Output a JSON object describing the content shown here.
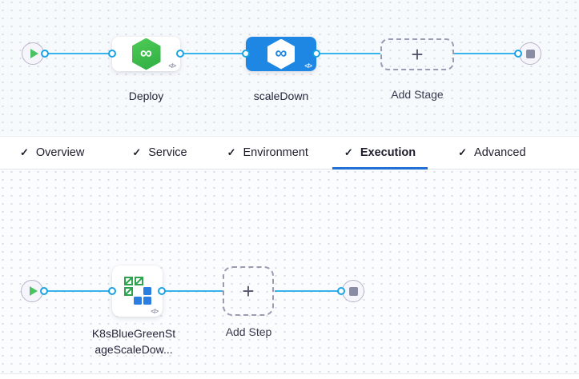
{
  "colors": {
    "connector_blue": "#38b2ea",
    "selected_node_blue": "#1e87e4",
    "active_tab_underline": "#2170d4",
    "deploy_icon_green": "#3cbf4b",
    "k8s_icon_green": "#2ea44f",
    "k8s_icon_blue": "#2a7de1"
  },
  "icons": {
    "checkmark": "✓",
    "infinity": "∞",
    "code": "</>",
    "plus": "+"
  },
  "stage_pipeline": {
    "deploy_stage": {
      "label": "Deploy"
    },
    "scale_down_stage": {
      "label": "scaleDown"
    },
    "add_stage": {
      "label": "Add Stage"
    }
  },
  "tabs": [
    {
      "label": "Overview",
      "active": false
    },
    {
      "label": "Service",
      "active": false
    },
    {
      "label": "Environment",
      "active": false
    },
    {
      "label": "Execution",
      "active": true
    },
    {
      "label": "Advanced",
      "active": false
    }
  ],
  "execution_pipeline": {
    "step": {
      "label": "K8sBlueGreenSt\nageScaleDow..."
    },
    "add_step": {
      "label": "Add Step"
    }
  }
}
